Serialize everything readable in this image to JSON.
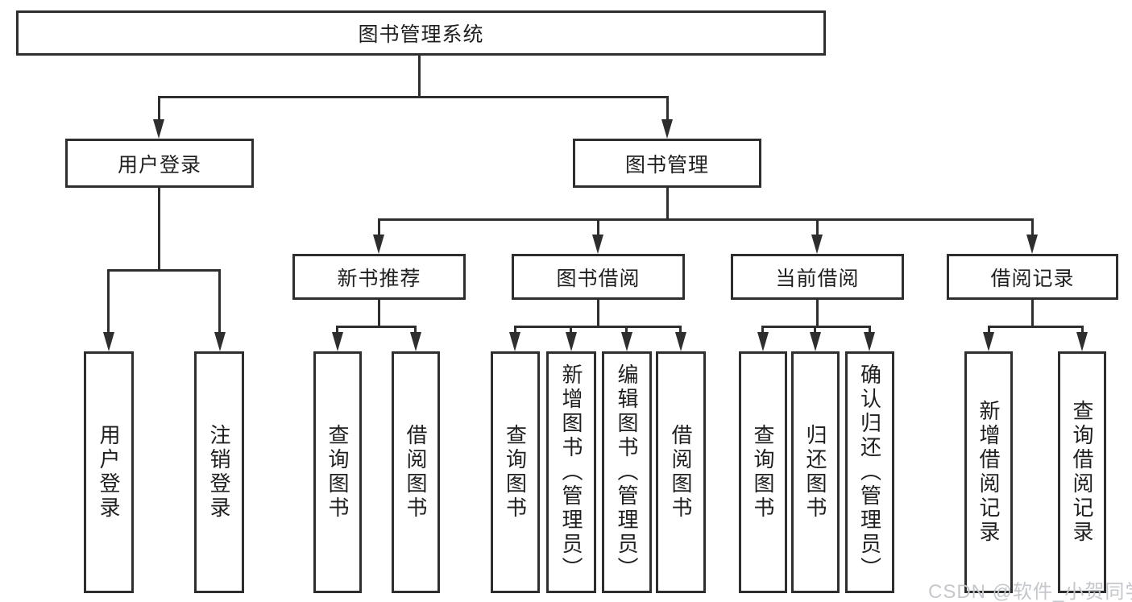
{
  "diagram": {
    "title": "图书管理系统",
    "root": {
      "label": "图书管理系统"
    },
    "branches": [
      {
        "label": "用户登录",
        "children": [
          {
            "label": "用户登录"
          },
          {
            "label": "注销登录"
          }
        ]
      },
      {
        "label": "图书管理",
        "children": [
          {
            "label": "新书推荐",
            "children": [
              {
                "label": "查询图书"
              },
              {
                "label": "借阅图书"
              }
            ]
          },
          {
            "label": "图书借阅",
            "children": [
              {
                "label": "查询图书"
              },
              {
                "label": "新增图书（管理员）"
              },
              {
                "label": "编辑图书（管理员）"
              },
              {
                "label": "借阅图书"
              }
            ]
          },
          {
            "label": "当前借阅",
            "children": [
              {
                "label": "查询图书"
              },
              {
                "label": "归还图书"
              },
              {
                "label": "确认归还（管理员）"
              }
            ]
          },
          {
            "label": "借阅记录",
            "children": [
              {
                "label": "新增借阅记录"
              },
              {
                "label": "查询借阅记录"
              }
            ]
          }
        ]
      }
    ]
  },
  "watermark": {
    "text": "CSDN @软件_小贺同学"
  },
  "colors": {
    "line": "#2e2e2e",
    "box_background": "#ffffff",
    "text": "#1f1f1f",
    "watermark": "#c4c7cb"
  }
}
